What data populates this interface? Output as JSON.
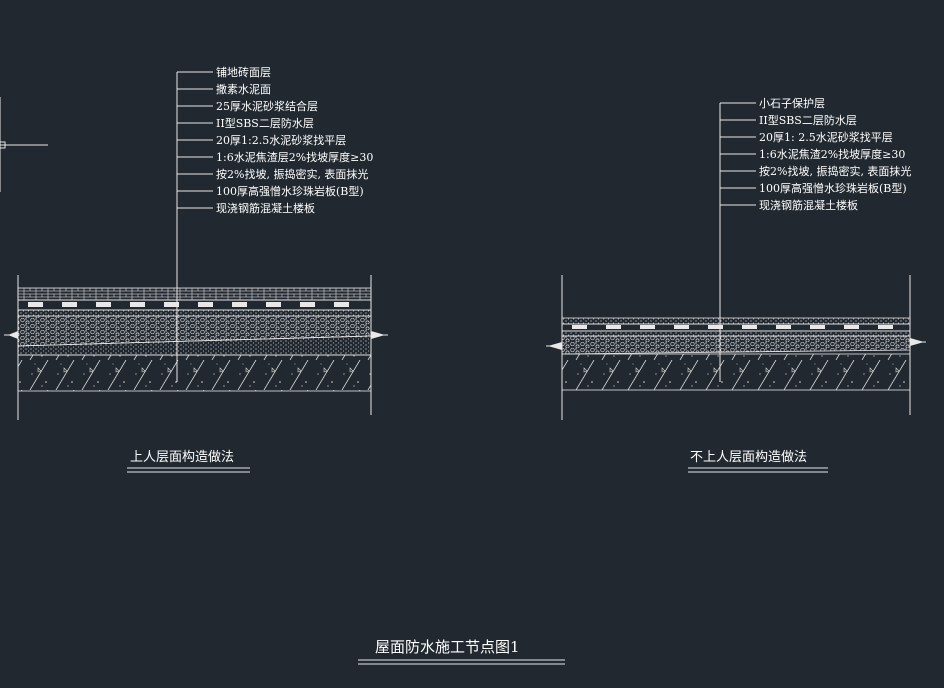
{
  "drawing": {
    "background": "#212830",
    "line_color": "#e8e8e8",
    "title": "屋面防水施工节点图1",
    "left_detail": {
      "caption": "上人层面构造做法",
      "layers": [
        "铺地砖面层",
        "撒素水泥面",
        "25厚水泥砂浆结合层",
        "II型SBS二层防水层",
        "20厚1:2.5水泥砂浆找平层",
        "1:6水泥焦渣层2%找坡厚度≥30",
        "按2%找坡, 振捣密实, 表面抹光",
        "100厚高强憎水珍珠岩板(B型)",
        "现浇钢筋混凝土楼板"
      ]
    },
    "right_detail": {
      "caption": "不上人层面构造做法",
      "layers": [
        "小石子保护层",
        "II型SBS二层防水层",
        "20厚1: 2.5水泥砂浆找平层",
        "1:6水泥焦渣2%找坡厚度≥30",
        "按2%找坡, 振捣密实, 表面抹光",
        "100厚高强憎水珍珠岩板(B型)",
        "现浇钢筋混凝土楼板"
      ]
    }
  }
}
